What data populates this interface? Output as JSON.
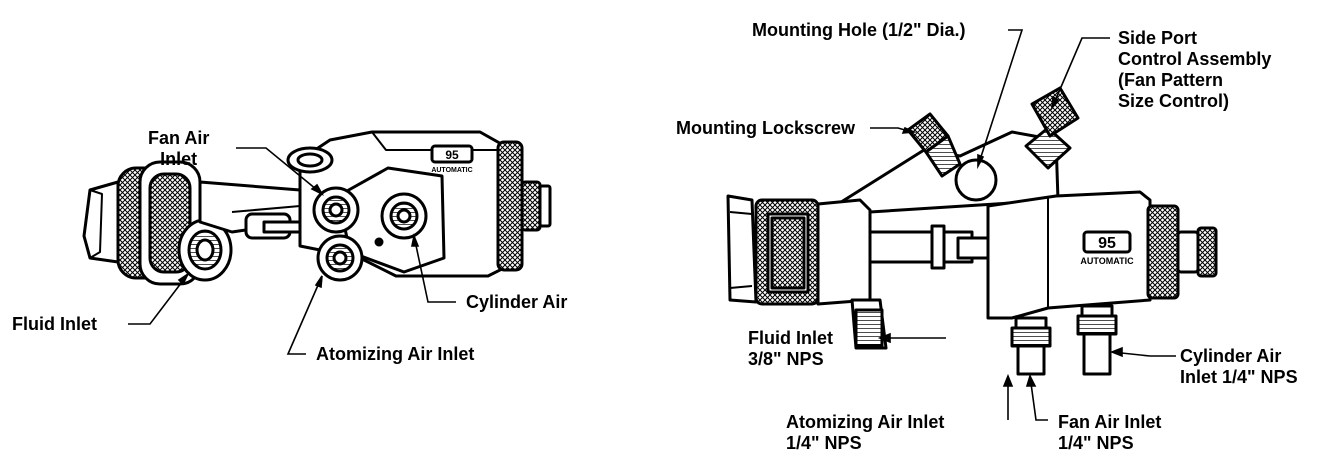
{
  "left_view": {
    "labels": {
      "fan_air_inlet": [
        "Fan Air",
        "Inlet"
      ],
      "fluid_inlet": [
        "Fluid Inlet"
      ],
      "cylinder_air": [
        "Cylinder Air"
      ],
      "atomizing_air_inlet": [
        "Atomizing Air Inlet"
      ]
    }
  },
  "right_view": {
    "badge": {
      "model": "95",
      "brand": "AUTOMATIC"
    },
    "labels": {
      "mounting_hole": [
        "Mounting Hole (1/2\" Dia.)"
      ],
      "side_port": [
        "Side Port",
        "Control Assembly",
        "(Fan Pattern",
        "Size Control)"
      ],
      "mounting_lockscrew": [
        "Mounting Lockscrew"
      ],
      "fluid_inlet": [
        "Fluid Inlet",
        "3/8\" NPS"
      ],
      "cylinder_air_inlet": [
        "Cylinder Air",
        "Inlet 1/4\" NPS"
      ],
      "atomizing_air_inlet": [
        "Atomizing Air Inlet",
        "1/4\" NPS"
      ],
      "fan_air_inlet": [
        "Fan Air Inlet",
        "1/4\" NPS"
      ]
    }
  },
  "colors": {
    "ink": "#000000",
    "paper": "#ffffff"
  }
}
